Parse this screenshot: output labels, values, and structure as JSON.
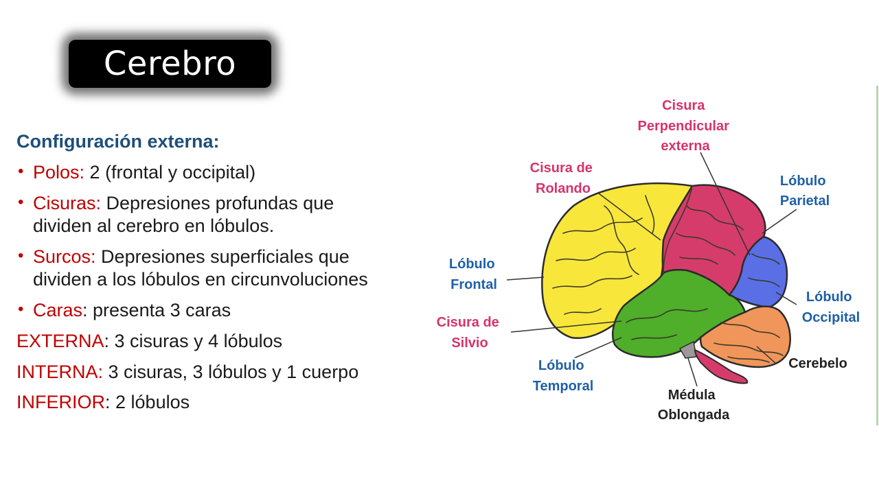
{
  "title": "Cerebro",
  "content": {
    "heading": "Configuración externa:",
    "bullets": [
      {
        "term": "Polos:",
        "text": " 2 (frontal y occipital)"
      },
      {
        "term": "Cisuras:",
        "text": " Depresiones profundas que",
        "text2": "dividen al cerebro en lóbulos."
      },
      {
        "term": "Surcos:",
        "text": " Depresiones superficiales que",
        "text2": "dividen a los lóbulos en circunvoluciones"
      },
      {
        "term": "Caras",
        "text": ": presenta 3 caras"
      }
    ],
    "faces": [
      {
        "term": "EXTERNA",
        "text": ": 3 cisuras y 4 lóbulos"
      },
      {
        "term": "INTERNA:",
        "text": " 3 cisuras, 3 lóbulos y 1 cuerpo"
      },
      {
        "term": "INFERIOR",
        "text": ": 2 lóbulos"
      }
    ]
  },
  "diagram": {
    "labels": {
      "cisura_perpendicular": [
        "Cisura",
        "Perpendicular",
        "externa"
      ],
      "cisura_rolando": [
        "Cisura de",
        "Rolando"
      ],
      "lobulo_parietal": [
        "Lóbulo",
        "Parietal"
      ],
      "lobulo_frontal": [
        "Lóbulo",
        "Frontal"
      ],
      "lobulo_occipital": [
        "Lóbulo",
        "Occipital"
      ],
      "cisura_silvio": [
        "Cisura de",
        "Silvio"
      ],
      "cerebelo": [
        "Cerebelo"
      ],
      "lobulo_temporal": [
        "Lóbulo",
        "Temporal"
      ],
      "medula": [
        "Médula",
        "Oblongada"
      ]
    },
    "colors": {
      "frontal": "#f8e63a",
      "parietal": "#d63c6b",
      "occipital": "#5a6fe6",
      "temporal": "#4fae2a",
      "cerebelo": "#f0965a",
      "medula": "#d63c6b",
      "label_pink": "#d6336c",
      "label_blue": "#1f5fa8"
    }
  }
}
